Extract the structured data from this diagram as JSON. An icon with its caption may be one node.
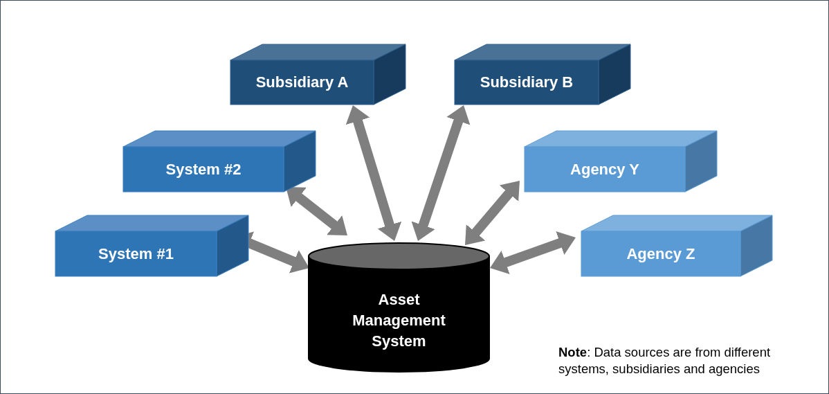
{
  "diagram": {
    "nodes": [
      {
        "text": [
          "Subsidiary A"
        ]
      },
      {
        "text": [
          "Subsidiary B"
        ]
      },
      {
        "text": [
          "System #2"
        ]
      },
      {
        "text": [
          "Agency Y"
        ]
      },
      {
        "text": [
          "System #1"
        ]
      },
      {
        "text": [
          "Agency Z"
        ]
      },
      {
        "text": [
          "Asset Management System"
        ]
      }
    ],
    "edges": [
      {
        "from": 6,
        "to": 4,
        "arrow": "both"
      },
      {
        "from": 6,
        "to": 2,
        "arrow": "both"
      },
      {
        "from": 6,
        "to": 0,
        "arrow": "both"
      },
      {
        "from": 6,
        "to": 1,
        "arrow": "both"
      },
      {
        "from": 6,
        "to": 3,
        "arrow": "both"
      },
      {
        "from": 6,
        "to": 5,
        "arrow": "both"
      }
    ],
    "labels": [
      "**Note**: Data sources are from different systems, subsidiaries and agencies"
    ]
  }
}
